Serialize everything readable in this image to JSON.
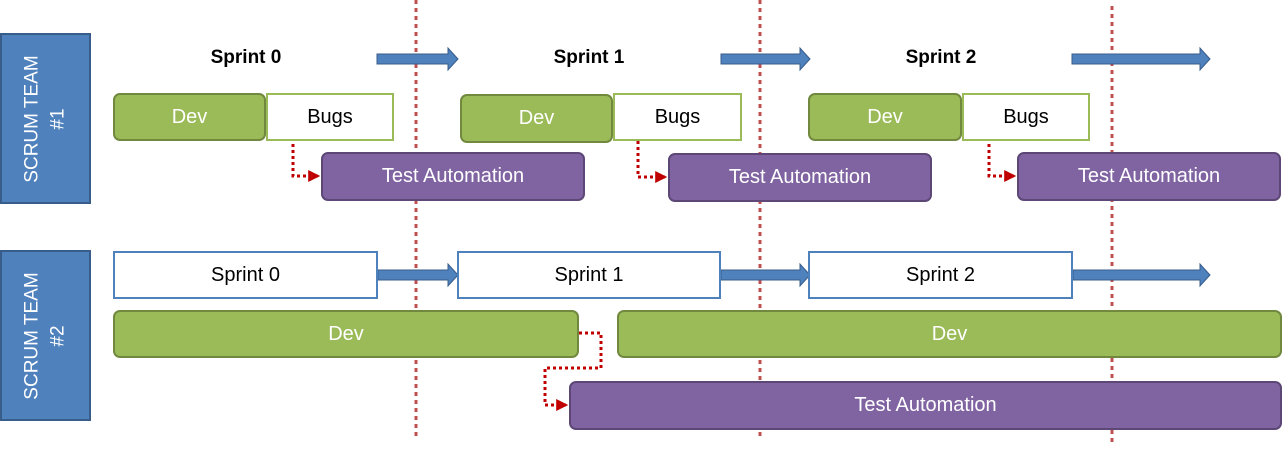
{
  "colors": {
    "team_fill": "#4f81bd",
    "dev_fill": "#9bbb59",
    "automation_fill": "#8064a2",
    "sprint_border": "#4f81bd",
    "arrow_fill": "#4f81bd",
    "connector": "#c00000",
    "boundary_line": "#c0504d"
  },
  "team1": {
    "label_line1": "SCRUM TEAM",
    "label_line2": "#1",
    "sprints": [
      {
        "header": "Sprint 0",
        "dev": "Dev",
        "bugs": "Bugs",
        "automation": "Test Automation"
      },
      {
        "header": "Sprint 1",
        "dev": "Dev",
        "bugs": "Bugs",
        "automation": "Test Automation"
      },
      {
        "header": "Sprint 2",
        "dev": "Dev",
        "bugs": "Bugs",
        "automation": "Test Automation"
      }
    ]
  },
  "team2": {
    "label_line1": "SCRUM TEAM",
    "label_line2": "#2",
    "sprints": [
      "Sprint 0",
      "Sprint 1",
      "Sprint 2"
    ],
    "dev_blocks": [
      "Dev",
      "Dev"
    ],
    "automation": "Test Automation"
  }
}
